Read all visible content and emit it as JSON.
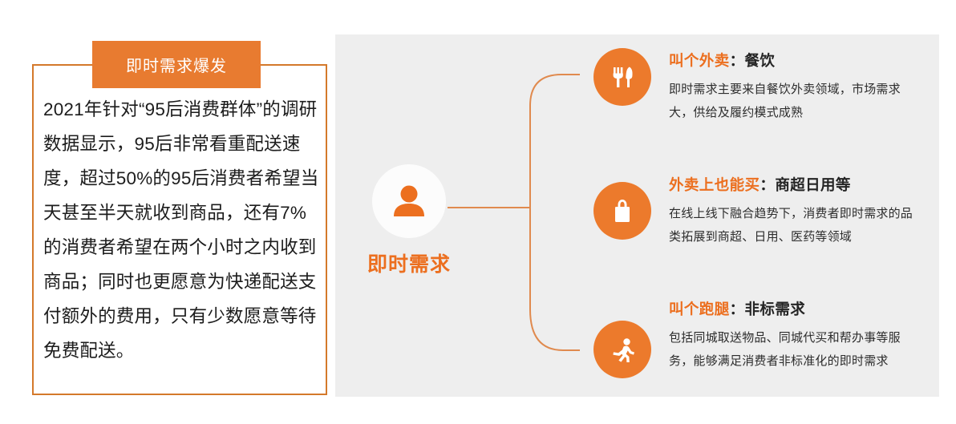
{
  "left_panel": {
    "banner_title": "即时需求爆发",
    "body_text": "2021年针对“95后消费群体”的调研数据显示，95后非常看重配送速度，超过50%的95后消费者希望当天甚至半天就收到商品，还有7%的消费者希望在两个小时之内收到商品；同时也更愿意为快递配送支付额外的费用，只有少数愿意等待免费配送。",
    "border_color": "#d4792b",
    "banner_color": "#e87b30"
  },
  "diagram": {
    "panel_color": "#eeeeee",
    "accent_color": "#ec6f1f",
    "hub": {
      "label": "即时需求",
      "icon": "person-icon"
    },
    "branches": [
      {
        "icon": "fork-knife-icon",
        "title_highlight": "叫个外卖",
        "title_separator": "：",
        "title_rest": "餐饮",
        "description": "即时需求主要来自餐饮外卖领域，市场需求大，供给及履约模式成熟"
      },
      {
        "icon": "shopping-bag-icon",
        "title_highlight": "外卖上也能买",
        "title_separator": "：",
        "title_rest": "商超日用等",
        "description": "在线上线下融合趋势下，消费者即时需求的品类拓展到商超、日用、医药等领域"
      },
      {
        "icon": "running-person-icon",
        "title_highlight": "叫个跑腿",
        "title_separator": "：",
        "title_rest": "非标需求",
        "description": "包括同城取送物品、同城代买和帮办事等服务，能够满足消费者非标准化的即时需求"
      }
    ]
  }
}
